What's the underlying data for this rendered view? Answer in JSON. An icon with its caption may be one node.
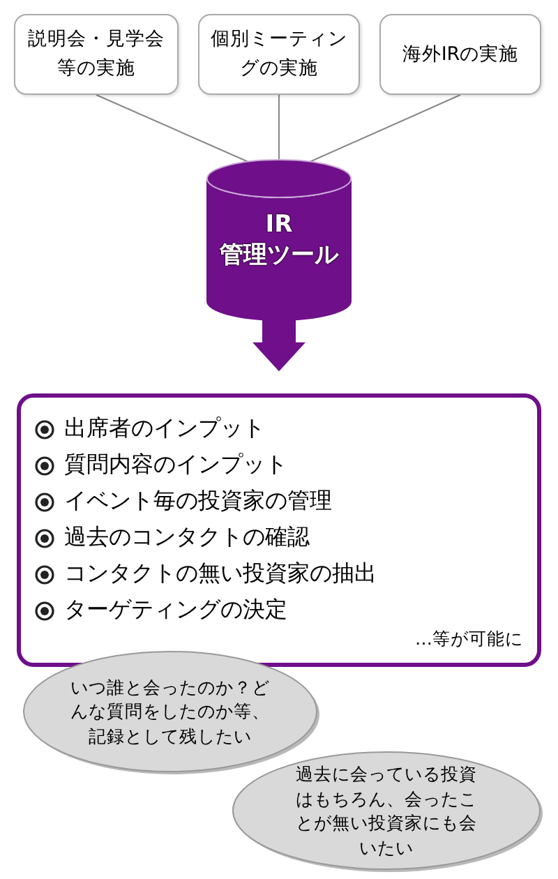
{
  "diagram": {
    "nodes": [
      {
        "text": [
          "説明会・見学会等の実施"
        ]
      },
      {
        "text": [
          "個別ミーティングの実施"
        ]
      },
      {
        "text": [
          "海外IRの実施"
        ]
      },
      {
        "text": [
          "IR",
          "管理ツール"
        ]
      },
      {
        "text": [
          "出席者のインプット",
          "質問内容のインプット",
          "イベント毎の投資家の管理",
          "過去のコンタクトの確認",
          "コンタクトの無い投資家の抽出",
          "ターゲティングの決定",
          "…等が可能に"
        ]
      },
      {
        "text": [
          "いつ誰と会ったのか？どんな質問をしたのか等、記録として残したい"
        ]
      },
      {
        "text": [
          "過去に会っている投資はもちろん、会ったことが無い投資家にも会いたい"
        ]
      }
    ],
    "edges": [
      {
        "from": 0,
        "to": 3,
        "arrow": "none"
      },
      {
        "from": 1,
        "to": 3,
        "arrow": "none"
      },
      {
        "from": 2,
        "to": 3,
        "arrow": "none"
      },
      {
        "from": 3,
        "to": 4,
        "arrow": "to",
        "style": "thick",
        "color": "#6f0f8a"
      }
    ]
  }
}
